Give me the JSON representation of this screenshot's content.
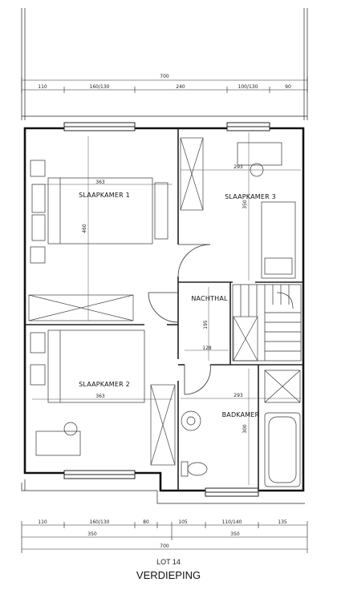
{
  "rooms": {
    "slaapkamer1": "SLAAPKAMER 1",
    "slaapkamer2": "SLAAPKAMER 2",
    "slaapkamer3": "SLAAPKAMER 3",
    "nachthal": "NACHTHAL",
    "badkamer": "BADKAMER"
  },
  "inner_dims": {
    "sk1_width": "363",
    "sk1_depth": "460",
    "sk2_width": "363",
    "sk3_width": "293",
    "sk3_depth": "350",
    "bad_width": "293",
    "bad_depth": "300",
    "hall_depth": "195",
    "hall_width": "128"
  },
  "top_dims": {
    "total": "700",
    "segments": [
      "110",
      "160/130",
      "240",
      "100/130",
      "90"
    ]
  },
  "bottom_dims": {
    "segments": [
      "110",
      "160/130",
      "80",
      "105",
      "110/140",
      "135"
    ],
    "halves": [
      "350",
      "350"
    ],
    "total": "700"
  },
  "caption": {
    "lot": "LOT 14",
    "floor": "VERDIEPING"
  }
}
